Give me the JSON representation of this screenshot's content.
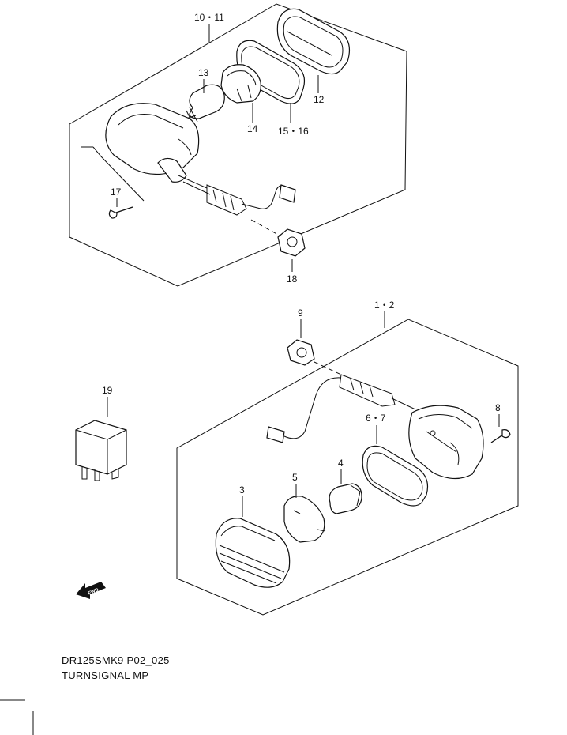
{
  "callouts": {
    "c10_11": "10・11",
    "c12": "12",
    "c13": "13",
    "c14": "14",
    "c15_16": "15・16",
    "c17": "17",
    "c18": "18",
    "c9": "9",
    "c1_2": "1・2",
    "c19": "19",
    "c8": "8",
    "c6_7": "6・7",
    "c4": "4",
    "c5": "5",
    "c3": "3"
  },
  "fwd_label": "FWD",
  "footer": {
    "code": "DR125SMK9 P02_025",
    "title": "TURNSIGNAL MP"
  }
}
